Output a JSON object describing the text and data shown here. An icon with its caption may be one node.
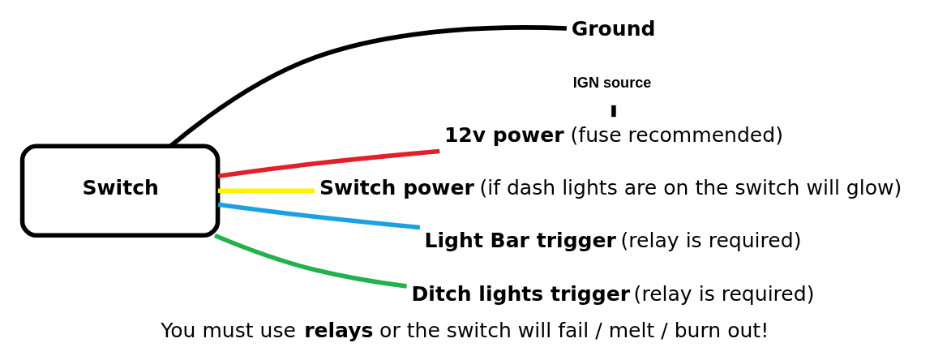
{
  "diagram": {
    "caption": "You must use **relays** or the switch will fail / melt / burn out!",
    "nodes": [
      {
        "text": [
          "Switch"
        ]
      },
      {
        "text": [
          "Ground"
        ]
      },
      {
        "text": [
          "12v power",
          "(fuse recommended)"
        ]
      },
      {
        "text": [
          "Switch power",
          "(if dash lights are on the switch will glow)"
        ]
      },
      {
        "text": [
          "Light Bar trigger",
          "(relay is required)"
        ]
      },
      {
        "text": [
          "Ditch lights trigger",
          "(relay is required)"
        ]
      },
      {
        "text": [
          "IGN source"
        ]
      }
    ],
    "edges": [
      {
        "from": 0,
        "to": 1,
        "arrow": "none",
        "color": "#000000"
      },
      {
        "from": 0,
        "to": 2,
        "arrow": "none",
        "color": "#e0202a"
      },
      {
        "from": 0,
        "to": 3,
        "arrow": "none",
        "color": "#fff200"
      },
      {
        "from": 0,
        "to": 4,
        "arrow": "none",
        "color": "#1ba1e2"
      },
      {
        "from": 0,
        "to": 5,
        "arrow": "none",
        "color": "#22b14c"
      },
      {
        "from": 6,
        "to": 2,
        "arrow": "none",
        "color": "#000000"
      }
    ]
  }
}
